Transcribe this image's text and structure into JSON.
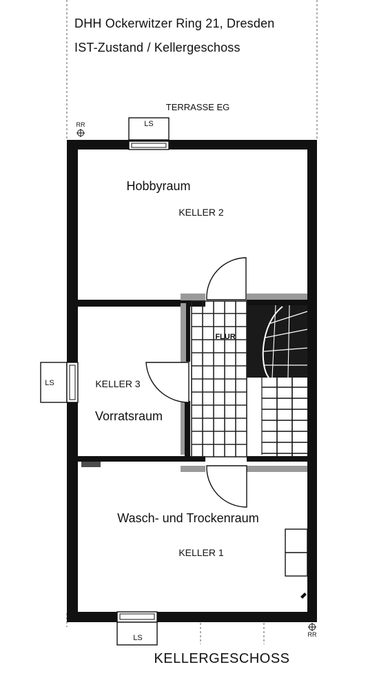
{
  "title": {
    "line1": "DHH Ockerwitzer Ring 21, Dresden",
    "line2": "IST-Zustand / Kellergeschoss"
  },
  "labels": {
    "terrace": "TERRASSE EG",
    "rr_top": "RR",
    "rr_bottom": "RR",
    "ls_top": "LS",
    "ls_left": "LS",
    "ls_bottom": "LS",
    "floor_title": "KELLERGESCHOSS"
  },
  "rooms": {
    "hobby": {
      "name": "Hobbyraum",
      "id": "KELLER 2"
    },
    "storage": {
      "name": "Vorratsraum",
      "id": "KELLER 3"
    },
    "hallway": {
      "name": "FLUR"
    },
    "laundry": {
      "name": "Wasch- und Trockenraum",
      "id": "KELLER 1"
    }
  },
  "colors": {
    "wall": "#111111",
    "wall_grey": "#9a9a9a",
    "line": "#222222"
  }
}
